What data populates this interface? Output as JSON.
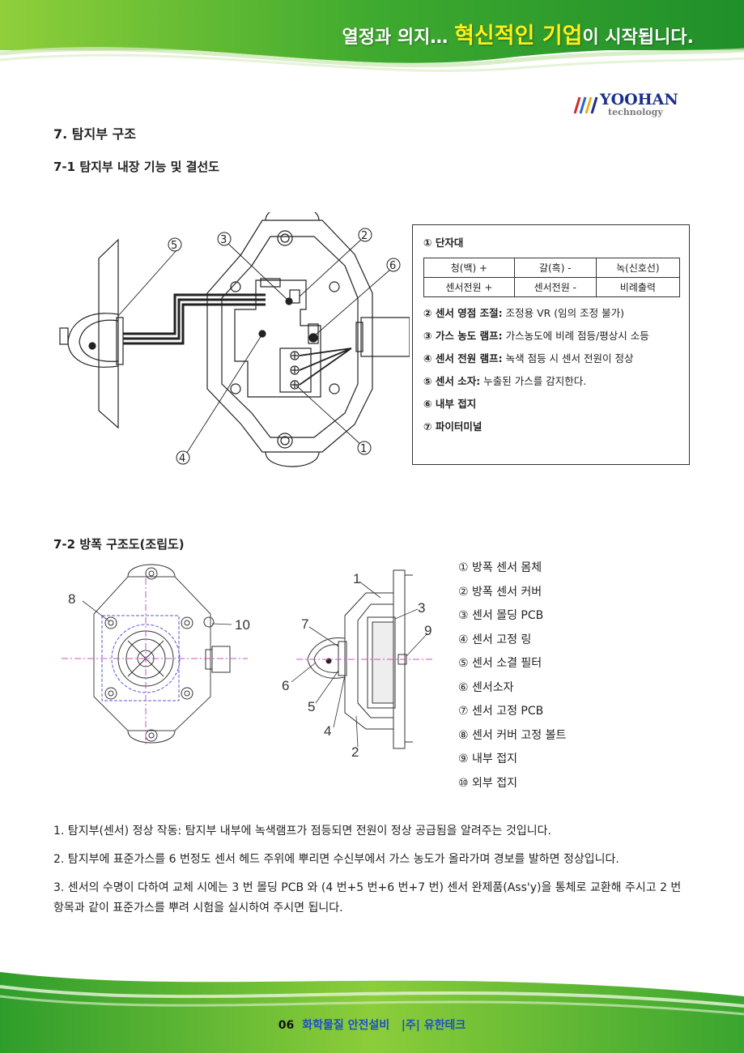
{
  "header": {
    "slogan_pre": "열정과 의지… ",
    "slogan_highlight": "혁신적인 기업",
    "slogan_post": "이 시작됩니다."
  },
  "logo": {
    "brand": "YOOHAN",
    "sub": "technology"
  },
  "section_title": "7. 탐지부 구조",
  "sub1_title": "7-1 탐지부 내장 기능 및 결선도",
  "diagram1": {
    "callouts": [
      "①",
      "②",
      "③",
      "④",
      "⑤",
      "⑥"
    ]
  },
  "legend": {
    "terminal_title": "① 단자대",
    "table": [
      [
        "청(백) +",
        "갈(흑) -",
        "녹(신호선)"
      ],
      [
        "센서전원 +",
        "센서전원 -",
        "비례출력"
      ]
    ],
    "items": [
      {
        "label": "② 센서 영점 조절:",
        "text": " 조정용 VR (임의 조정 불가)"
      },
      {
        "label": "③ 가스 농도 램프:",
        "text": " 가스농도에 비례 점등/평상시 소등"
      },
      {
        "label": "④ 센서 전원 램프:",
        "text": " 녹색 점등 시 센서 전원이 정상"
      },
      {
        "label": "⑤ 센서 소자:",
        "text": " 누출된 가스를 감지한다."
      },
      {
        "label": "⑥ 내부 접지",
        "text": ""
      },
      {
        "label": "⑦ 파이터미널",
        "text": ""
      }
    ]
  },
  "sub2_title": "7-2 방폭 구조도(조립도)",
  "diagram2": {
    "left_callouts": [
      "8",
      "10"
    ],
    "right_callouts": [
      "1",
      "2",
      "3",
      "4",
      "5",
      "6",
      "7",
      "9"
    ]
  },
  "parts": [
    "① 방폭 센서 몸체",
    "②  방폭 센서 커버",
    "③ 센서 몰딩 PCB",
    "④ 센서 고정 링",
    "⑤ 센서 소결 필터",
    "⑥ 센서소자",
    "⑦ 센서 고정 PCB",
    "⑧ 센서 커버 고정 볼트",
    "⑨ 내부 접지",
    "⑩ 외부 접지"
  ],
  "notes": [
    "1. 탐지부(센서) 정상 작동: 탐지부 내부에 녹색램프가 점등되면 전원이 정상 공급됨을 알려주는 것입니다.",
    "2. 탐지부에 표준가스를 6 번정도 센서 헤드 주위에 뿌리면 수신부에서 가스 농도가 올라가며 경보를 발하면 정상입니다.",
    "3. 센서의 수명이 다하여 교체 시에는 3 번 몰딩 PCB 와 (4 번+5 번+6 번+7 번) 센서 완제품(Ass'y)을 통체로 교환해 주시고 2 번 항목과 같이 표준가스를 뿌려 시험을 실시하여 주시면 됩니다."
  ],
  "footer": {
    "page": "06",
    "company": "화학물질 안전설비   |주| 유한테크"
  },
  "colors": {
    "green_dark": "#2d9a2b",
    "green_light": "#9bd23c",
    "highlight": "#ffef1a",
    "logo_blue": "#1b2f8a",
    "footer_blue": "#1e4fc4"
  }
}
